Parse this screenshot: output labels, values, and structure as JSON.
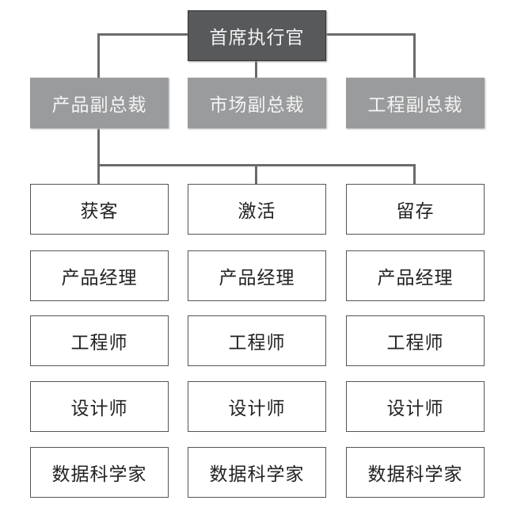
{
  "ceo": "首席执行官",
  "vps": [
    "产品副总裁",
    "市场副总裁",
    "工程副总裁"
  ],
  "columns": [
    {
      "header": "获客",
      "members": [
        "产品经理",
        "工程师",
        "设计师",
        "数据科学家"
      ]
    },
    {
      "header": "激活",
      "members": [
        "产品经理",
        "工程师",
        "设计师",
        "数据科学家"
      ]
    },
    {
      "header": "留存",
      "members": [
        "产品经理",
        "工程师",
        "设计师",
        "数据科学家"
      ]
    }
  ],
  "colors": {
    "ceo": "#58595b",
    "vp": "#9a9b9d",
    "line": "#6b6b6b"
  }
}
